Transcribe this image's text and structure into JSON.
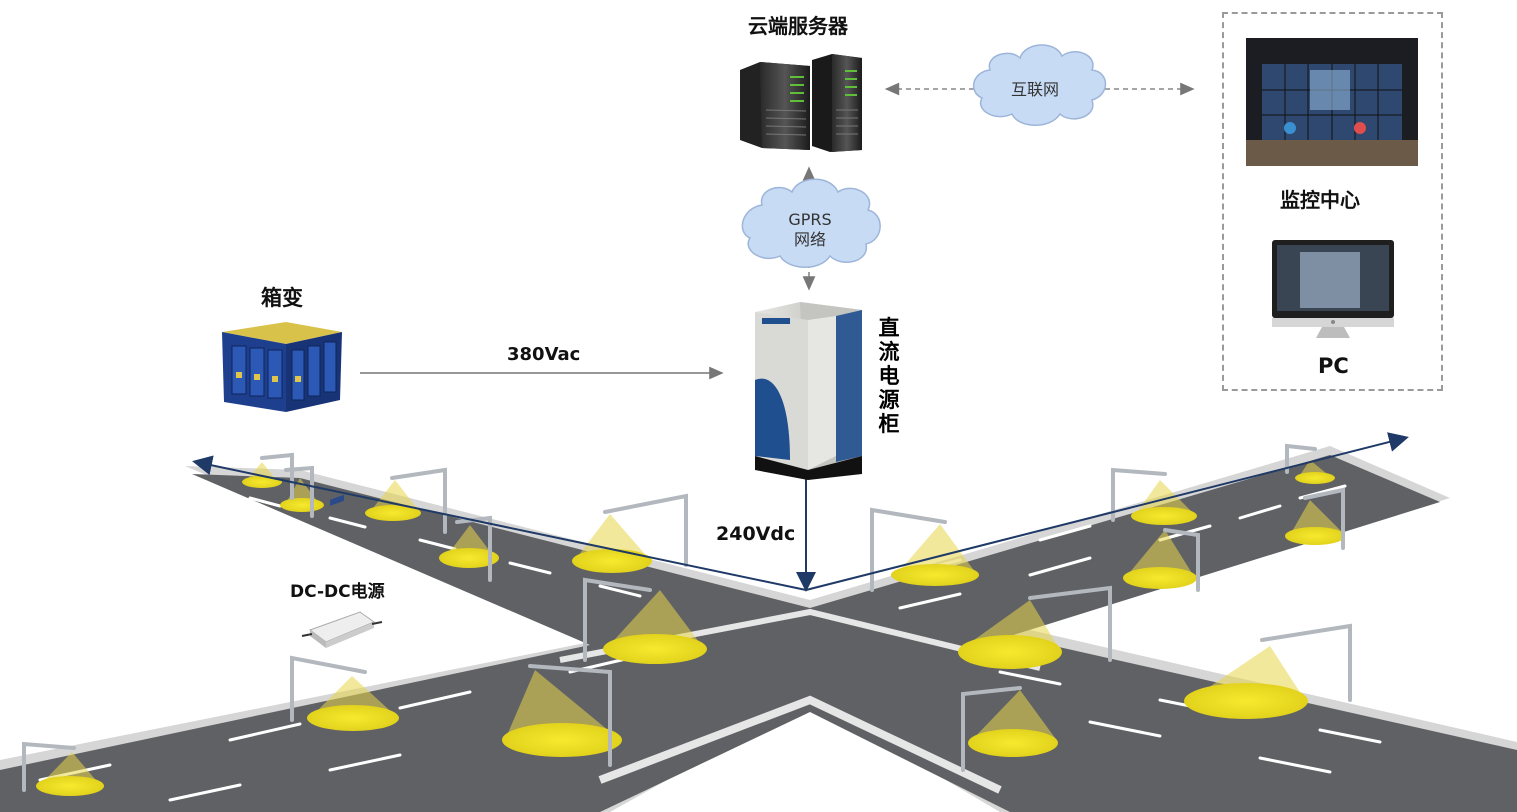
{
  "labels": {
    "cloud_server": "云端服务器",
    "internet": "互联网",
    "gprs_line1": "GPRS",
    "gprs_line2": "网络",
    "monitor_center": "监控中心",
    "pc": "PC",
    "box_transformer": "箱变",
    "ac_voltage": "380Vac",
    "dc_cabinet": [
      "直",
      "流",
      "电",
      "源",
      "柜"
    ],
    "dc_voltage": "240Vdc",
    "dcdc_power": "DC-DC电源"
  },
  "colors": {
    "road": "#5d5f62",
    "road_edge": "#d9d9d9",
    "lane_mark": "#ffffff",
    "light_pool": "#f1e32a",
    "light_beam": "#e9d84a",
    "pole": "#b4b9bf",
    "arrow_dark": "#1f3a66",
    "arrow_gray": "#777777",
    "cloud": "#c9dcf5",
    "transformer": "#1d3f8e",
    "cabinet_body": "#c9c9c6",
    "cabinet_blue": "#1f4f8f"
  },
  "icons": [
    "server-rack-icon",
    "cloud-icon",
    "monitor-wall-photo",
    "pc-monitor-icon",
    "box-transformer-icon",
    "dc-cabinet-icon",
    "dcdc-module-icon",
    "street-lamp-icon"
  ]
}
